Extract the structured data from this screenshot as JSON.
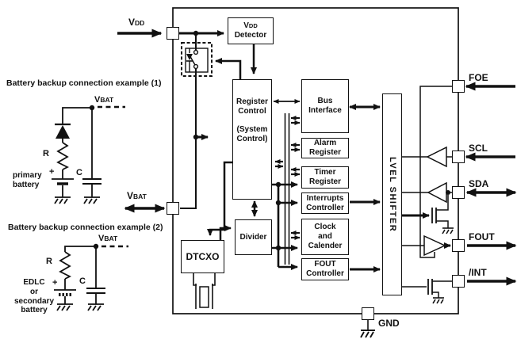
{
  "colors": {
    "line": "#111111",
    "background": "#ffffff"
  },
  "examples": {
    "example1": {
      "title": "Battery backup connection example (1)",
      "vbat_main": "V",
      "vbat_sub": "BAT",
      "resistor_label": "R",
      "capacitor_label": "C",
      "plus_label": "+",
      "battery_caption": "primary\nbattery"
    },
    "example2": {
      "title": "Battery backup connection example (2)",
      "vbat_main": "V",
      "vbat_sub": "BAT",
      "resistor_label": "R",
      "capacitor_label": "C",
      "plus_label": "+",
      "battery_caption": "EDLC\nor\nsecondary\nbattery"
    }
  },
  "pins": {
    "vdd": {
      "main": "V",
      "sub": "DD"
    },
    "vbat": {
      "main": "V",
      "sub": "BAT"
    },
    "gnd": {
      "label": "GND"
    },
    "foe": {
      "label": "FOE"
    },
    "scl": {
      "label": "SCL"
    },
    "sda": {
      "label": "SDA"
    },
    "fout": {
      "label": "FOUT"
    },
    "int": {
      "label": "/INT"
    }
  },
  "blocks": {
    "vdd_detector": {
      "v": "V",
      "dd": "DD",
      "line2": "Detector"
    },
    "register_control": "Register\nControl\n\n(System\nControl)",
    "bus_interface": "Bus\nInterface",
    "alarm_register": "Alarm\nRegister",
    "timer_register": "Timer\nRegister",
    "interrupts_controller": "Interrupts\nController",
    "clock_calendar": "Clock\nand\nCalender",
    "fout_controller": "FOUT\nController",
    "divider": "Divider",
    "dtcxo": "DTCXO",
    "level_shifter": "LVEL SHIFTER"
  }
}
